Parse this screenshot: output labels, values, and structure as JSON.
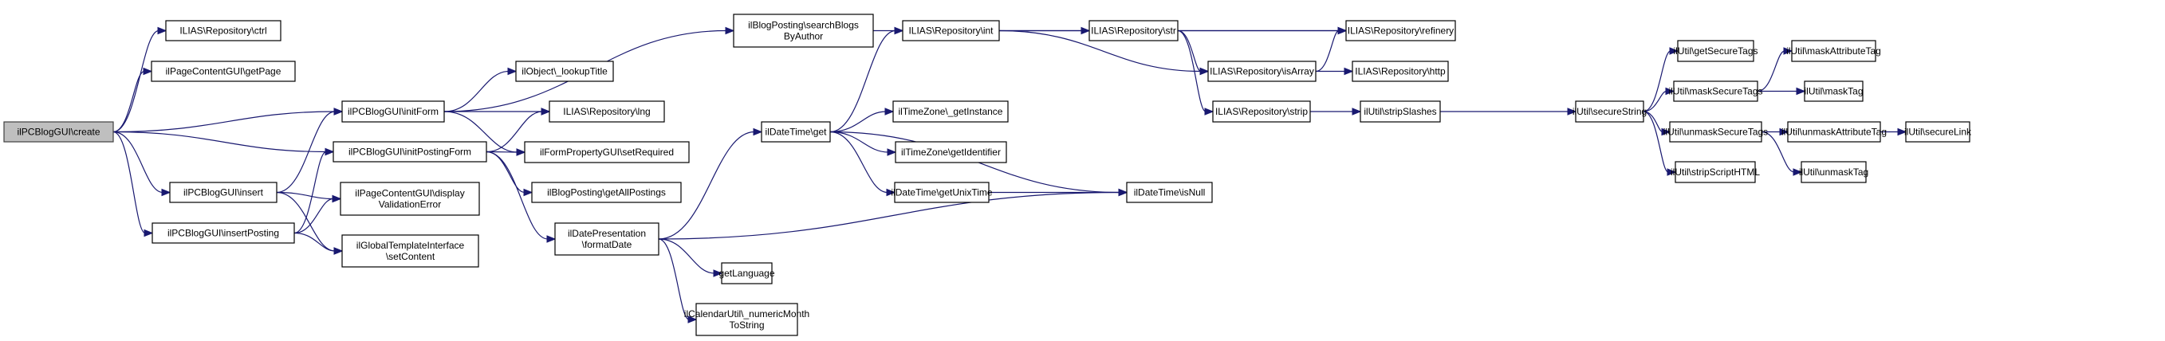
{
  "graph": {
    "type": "call-graph",
    "root": "create",
    "colors": {
      "edge": "#191970",
      "root_fill": "#bfbfbf",
      "node_fill": "#ffffff",
      "node_border": "#000000"
    },
    "nodes": [
      {
        "id": "create",
        "lines": [
          "ilPCBlogGUI\\create"
        ],
        "root": true
      },
      {
        "id": "ctrl",
        "lines": [
          "ILIAS\\Repository\\ctrl"
        ]
      },
      {
        "id": "getPage",
        "lines": [
          "ilPageContentGUI\\getPage"
        ]
      },
      {
        "id": "initForm",
        "lines": [
          "ilPCBlogGUI\\initForm"
        ]
      },
      {
        "id": "initPostingForm",
        "lines": [
          "ilPCBlogGUI\\initPostingForm"
        ]
      },
      {
        "id": "insert",
        "lines": [
          "ilPCBlogGUI\\insert"
        ]
      },
      {
        "id": "insertPosting",
        "lines": [
          "ilPCBlogGUI\\insertPosting"
        ]
      },
      {
        "id": "displayValidationError",
        "lines": [
          "ilPageContentGUI\\display",
          "ValidationError"
        ]
      },
      {
        "id": "setContent",
        "lines": [
          "ilGlobalTemplateInterface",
          "\\setContent"
        ]
      },
      {
        "id": "lookupTitle",
        "lines": [
          "ilObject\\_lookupTitle"
        ]
      },
      {
        "id": "lng",
        "lines": [
          "ILIAS\\Repository\\lng"
        ]
      },
      {
        "id": "setRequired",
        "lines": [
          "ilFormPropertyGUI\\setRequired"
        ]
      },
      {
        "id": "getAllPostings",
        "lines": [
          "ilBlogPosting\\getAllPostings"
        ]
      },
      {
        "id": "formatDate",
        "lines": [
          "ilDatePresentation",
          "\\formatDate"
        ]
      },
      {
        "id": "searchBlogsByAuthor",
        "lines": [
          "ilBlogPosting\\searchBlogs",
          "ByAuthor"
        ]
      },
      {
        "id": "dtGet",
        "lines": [
          "ilDateTime\\get"
        ]
      },
      {
        "id": "getInstance",
        "lines": [
          "ilTimeZone\\_getInstance"
        ]
      },
      {
        "id": "getIdentifier",
        "lines": [
          "ilTimeZone\\getIdentifier"
        ]
      },
      {
        "id": "getUnixTime",
        "lines": [
          "ilDateTime\\getUnixTime"
        ]
      },
      {
        "id": "isNull",
        "lines": [
          "ilDateTime\\isNull"
        ]
      },
      {
        "id": "getLanguage",
        "lines": [
          "getLanguage"
        ]
      },
      {
        "id": "numericMonth",
        "lines": [
          "ilCalendarUtil\\_numericMonth",
          "ToString"
        ]
      },
      {
        "id": "int",
        "lines": [
          "ILIAS\\Repository\\int"
        ]
      },
      {
        "id": "str",
        "lines": [
          "ILIAS\\Repository\\str"
        ]
      },
      {
        "id": "refinery",
        "lines": [
          "ILIAS\\Repository\\refinery"
        ]
      },
      {
        "id": "isArray",
        "lines": [
          "ILIAS\\Repository\\isArray"
        ]
      },
      {
        "id": "http",
        "lines": [
          "ILIAS\\Repository\\http"
        ]
      },
      {
        "id": "strip",
        "lines": [
          "ILIAS\\Repository\\strip"
        ]
      },
      {
        "id": "stripSlashes",
        "lines": [
          "ilUtil\\stripSlashes"
        ]
      },
      {
        "id": "secureString",
        "lines": [
          "ilUtil\\secureString"
        ]
      },
      {
        "id": "getSecureTags",
        "lines": [
          "ilUtil\\getSecureTags"
        ]
      },
      {
        "id": "maskSecureTags",
        "lines": [
          "ilUtil\\maskSecureTags"
        ]
      },
      {
        "id": "unmaskSecureTags",
        "lines": [
          "ilUtil\\unmaskSecureTags"
        ]
      },
      {
        "id": "stripScriptHTML",
        "lines": [
          "ilUtil\\stripScriptHTML"
        ]
      },
      {
        "id": "maskAttributeTag",
        "lines": [
          "ilUtil\\maskAttributeTag"
        ]
      },
      {
        "id": "maskTag",
        "lines": [
          "ilUtil\\maskTag"
        ]
      },
      {
        "id": "unmaskAttributeTag",
        "lines": [
          "ilUtil\\unmaskAttributeTag"
        ]
      },
      {
        "id": "unmaskTag",
        "lines": [
          "ilUtil\\unmaskTag"
        ]
      },
      {
        "id": "secureLink",
        "lines": [
          "ilUtil\\secureLink"
        ]
      }
    ],
    "edges": [
      [
        "create",
        "ctrl"
      ],
      [
        "create",
        "getPage"
      ],
      [
        "create",
        "initForm"
      ],
      [
        "create",
        "initPostingForm"
      ],
      [
        "create",
        "insert"
      ],
      [
        "create",
        "insertPosting"
      ],
      [
        "initForm",
        "searchBlogsByAuthor"
      ],
      [
        "initForm",
        "lookupTitle"
      ],
      [
        "initForm",
        "lng"
      ],
      [
        "initForm",
        "setRequired"
      ],
      [
        "initPostingForm",
        "lng"
      ],
      [
        "initPostingForm",
        "setRequired"
      ],
      [
        "initPostingForm",
        "getAllPostings"
      ],
      [
        "initPostingForm",
        "formatDate"
      ],
      [
        "insert",
        "initForm"
      ],
      [
        "insert",
        "displayValidationError"
      ],
      [
        "insert",
        "setContent"
      ],
      [
        "insertPosting",
        "initPostingForm"
      ],
      [
        "insertPosting",
        "displayValidationError"
      ],
      [
        "insertPosting",
        "setContent"
      ],
      [
        "searchBlogsByAuthor",
        "int"
      ],
      [
        "formatDate",
        "dtGet"
      ],
      [
        "formatDate",
        "isNull"
      ],
      [
        "formatDate",
        "getLanguage"
      ],
      [
        "formatDate",
        "numericMonth"
      ],
      [
        "dtGet",
        "int"
      ],
      [
        "dtGet",
        "isNull"
      ],
      [
        "dtGet",
        "getInstance"
      ],
      [
        "dtGet",
        "getIdentifier"
      ],
      [
        "dtGet",
        "getUnixTime"
      ],
      [
        "getUnixTime",
        "isNull"
      ],
      [
        "int",
        "refinery"
      ],
      [
        "int",
        "str"
      ],
      [
        "int",
        "isArray"
      ],
      [
        "str",
        "refinery"
      ],
      [
        "str",
        "isArray"
      ],
      [
        "str",
        "strip"
      ],
      [
        "isArray",
        "refinery"
      ],
      [
        "isArray",
        "http"
      ],
      [
        "strip",
        "stripSlashes"
      ],
      [
        "stripSlashes",
        "secureString"
      ],
      [
        "secureString",
        "getSecureTags"
      ],
      [
        "secureString",
        "maskSecureTags"
      ],
      [
        "secureString",
        "unmaskSecureTags"
      ],
      [
        "secureString",
        "stripScriptHTML"
      ],
      [
        "maskSecureTags",
        "maskAttributeTag"
      ],
      [
        "maskSecureTags",
        "maskTag"
      ],
      [
        "unmaskSecureTags",
        "unmaskAttributeTag"
      ],
      [
        "unmaskSecureTags",
        "unmaskTag"
      ],
      [
        "unmaskAttributeTag",
        "secureLink"
      ]
    ]
  }
}
